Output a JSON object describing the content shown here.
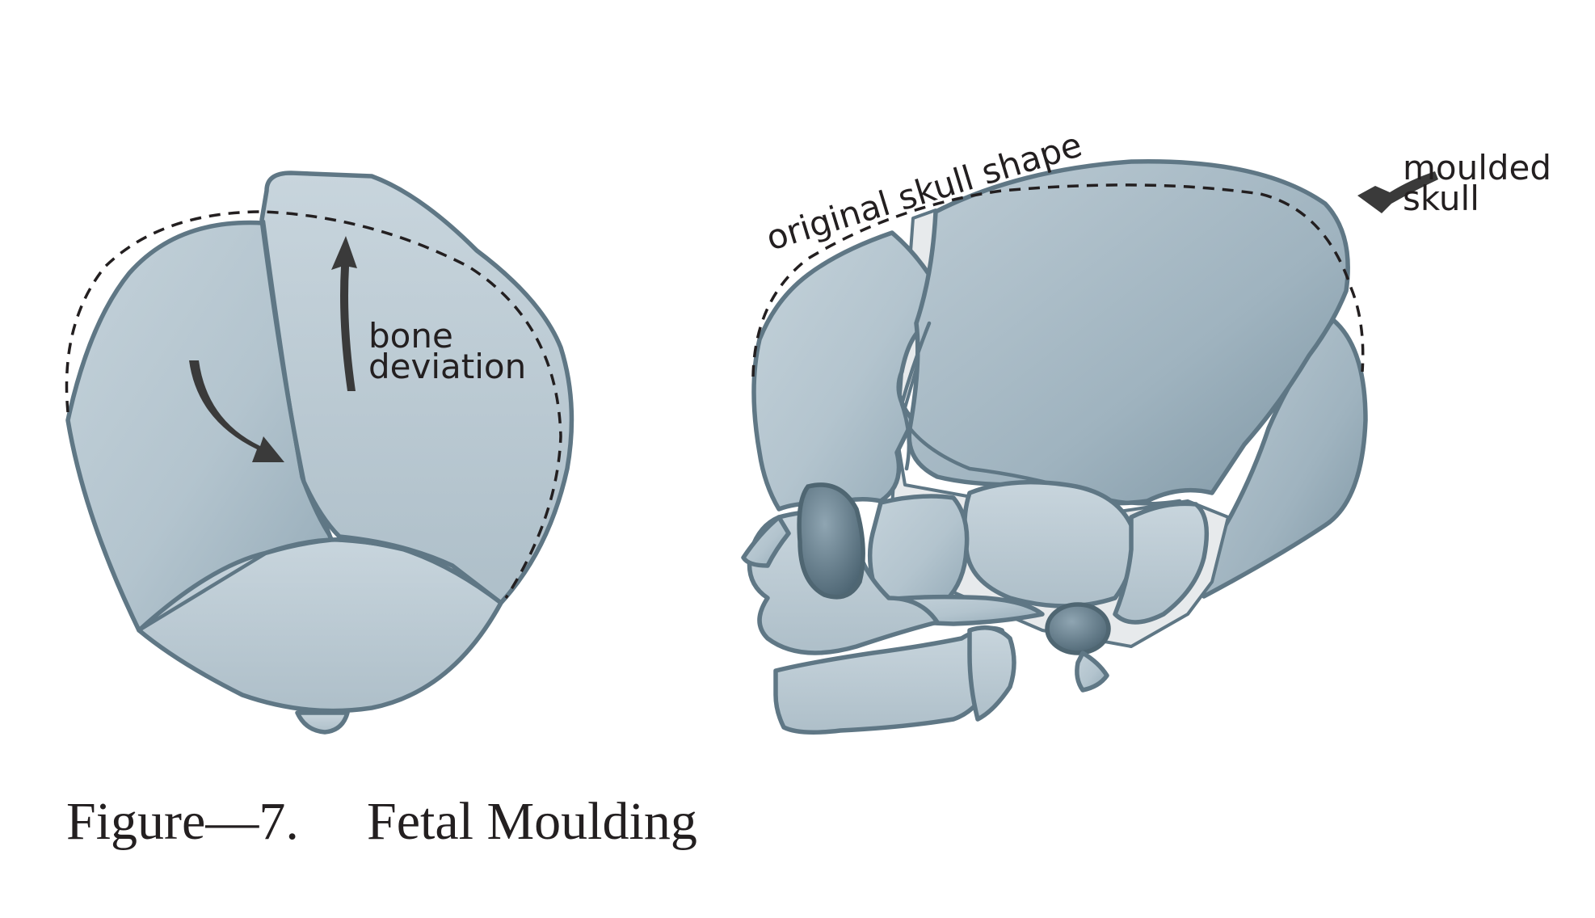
{
  "labels": {
    "bone_deviation_line1": "bone",
    "bone_deviation_line2": "deviation",
    "original_skull_shape": "original skull shape",
    "moulded_skull_line1": "moulded",
    "moulded_skull_line2": "skull"
  },
  "caption": {
    "number": "Figure—7.",
    "title": "Fetal Moulding"
  },
  "colors": {
    "bone": "#b6c6d0",
    "bone_shadow": "#8aa1ae",
    "outline": "#5f7785",
    "arrow": "#3a3a3a",
    "dashed_outline": "#231f20"
  }
}
